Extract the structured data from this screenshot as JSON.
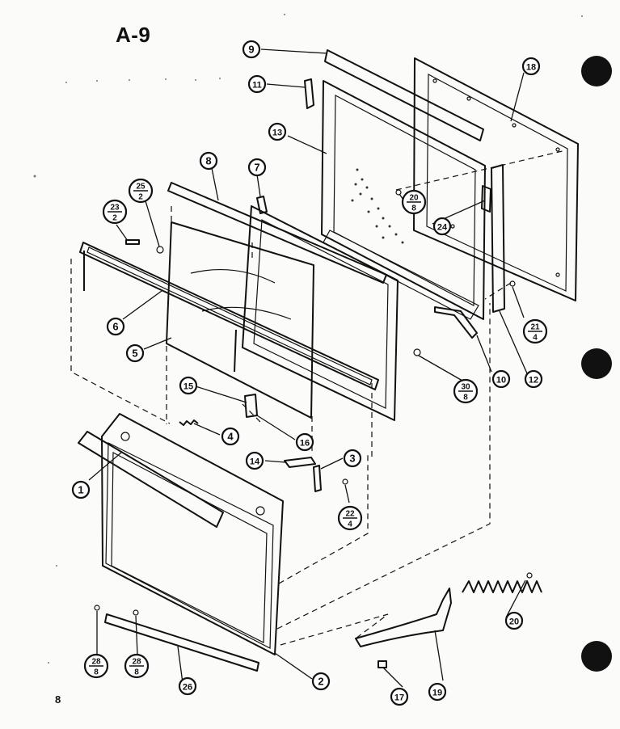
{
  "title": "A-9",
  "page_number": "8",
  "callouts": [
    {
      "label": "9",
      "kind": "single"
    },
    {
      "label": "11",
      "kind": "single"
    },
    {
      "label": "13",
      "kind": "single"
    },
    {
      "label": "18",
      "kind": "single"
    },
    {
      "label": "8",
      "kind": "single"
    },
    {
      "label": "7",
      "kind": "single"
    },
    {
      "label": "24",
      "kind": "single"
    },
    {
      "label": "6",
      "kind": "single"
    },
    {
      "label": "5",
      "kind": "single"
    },
    {
      "label": "10",
      "kind": "single"
    },
    {
      "label": "12",
      "kind": "single"
    },
    {
      "label": "15",
      "kind": "single"
    },
    {
      "label": "16",
      "kind": "single"
    },
    {
      "label": "4",
      "kind": "single"
    },
    {
      "label": "14",
      "kind": "single"
    },
    {
      "label": "3",
      "kind": "single"
    },
    {
      "label": "1",
      "kind": "single"
    },
    {
      "label": "20",
      "kind": "single"
    },
    {
      "label": "19",
      "kind": "single"
    },
    {
      "label": "17",
      "kind": "single"
    },
    {
      "label": "2",
      "kind": "single"
    },
    {
      "label": "26",
      "kind": "single"
    }
  ],
  "fraction_callouts": [
    {
      "top": "25",
      "bottom": "2"
    },
    {
      "top": "23",
      "bottom": "2"
    },
    {
      "top": "20",
      "bottom": "8"
    },
    {
      "top": "21",
      "bottom": "4"
    },
    {
      "top": "30",
      "bottom": "8"
    },
    {
      "top": "22",
      "bottom": "4"
    },
    {
      "top": "28",
      "bottom": "8"
    },
    {
      "top": "28",
      "bottom": "8"
    }
  ]
}
